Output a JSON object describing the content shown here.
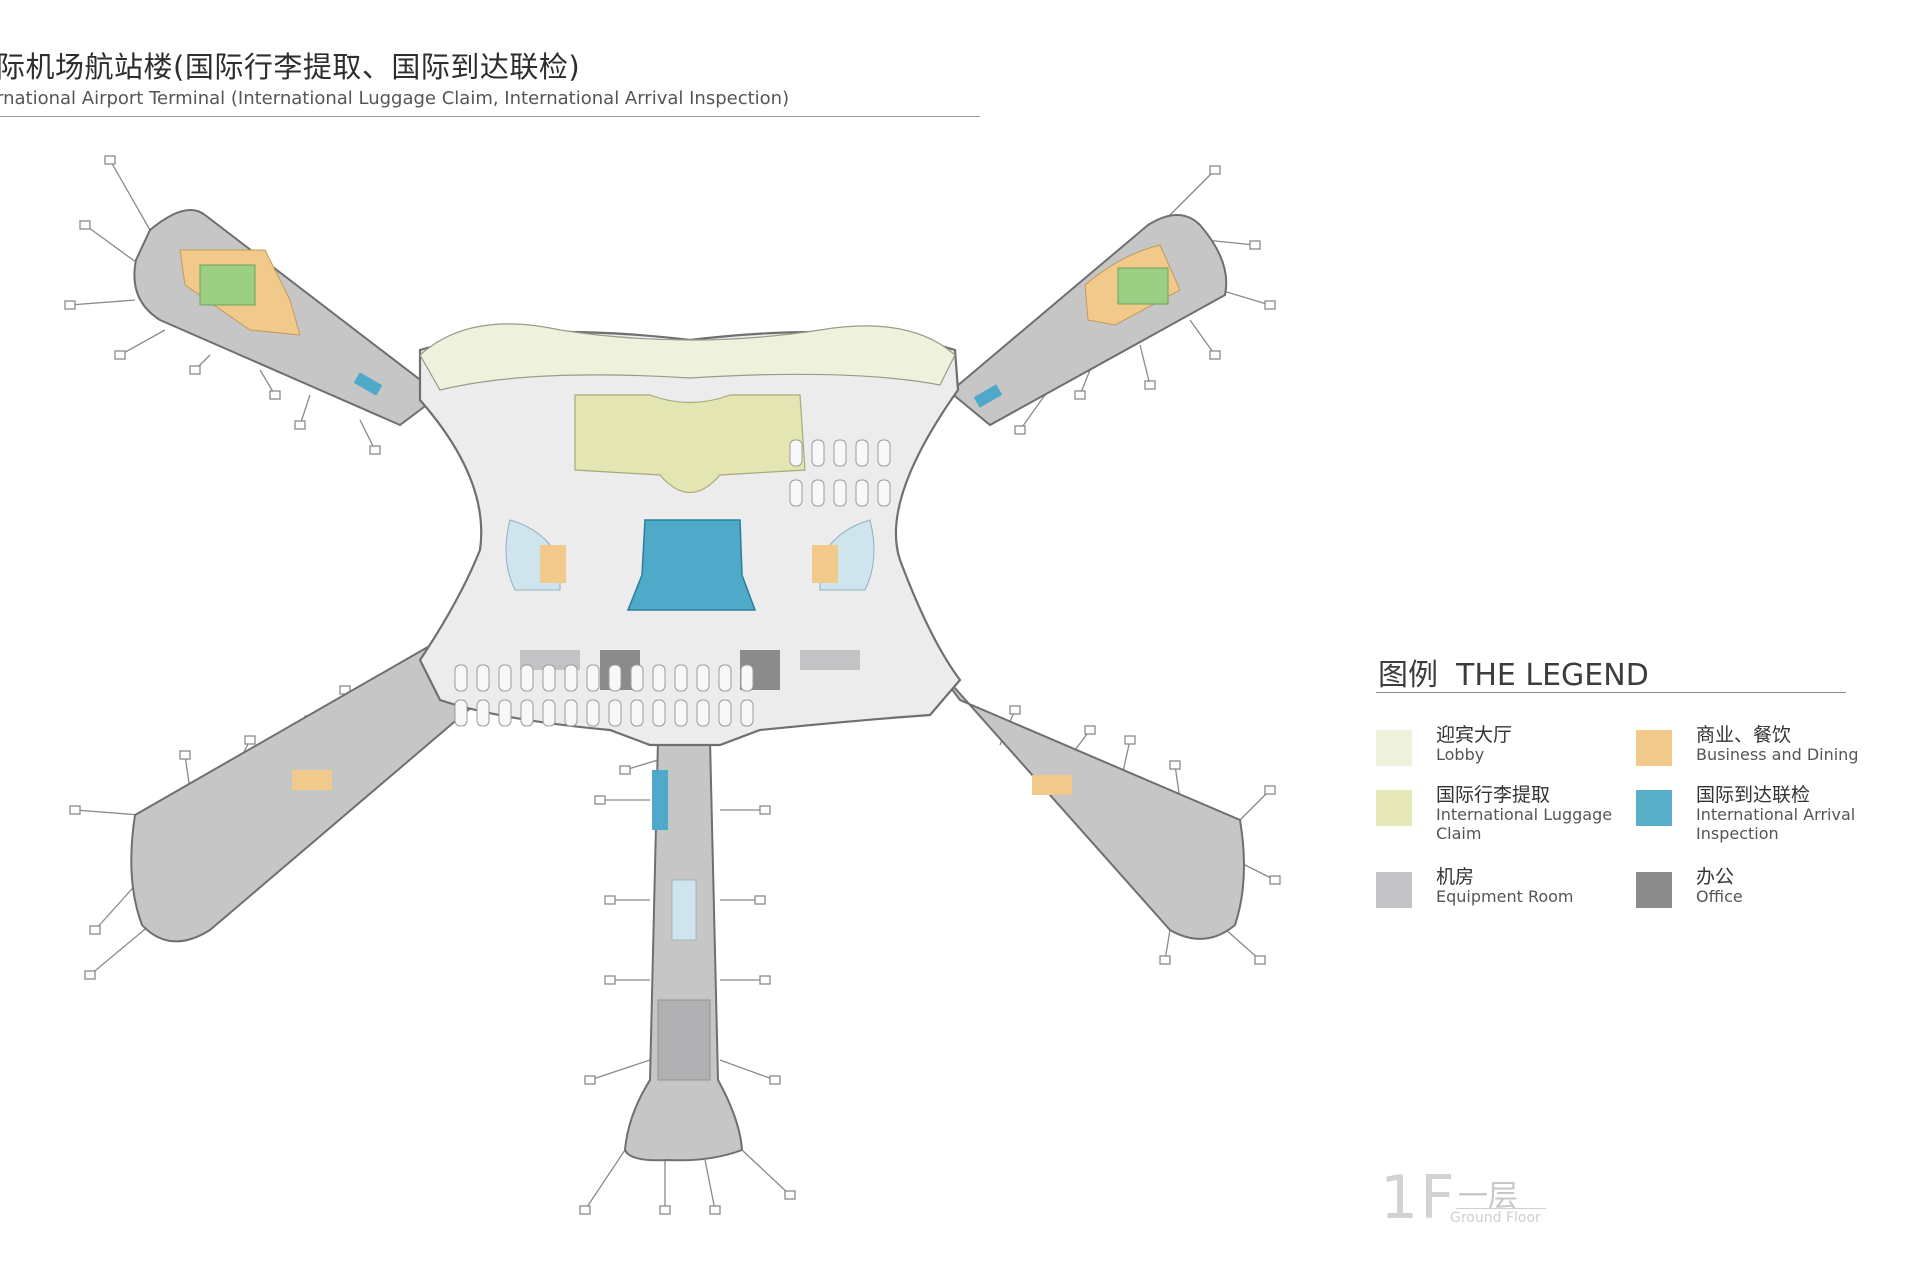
{
  "header": {
    "title_zh": "际机场航站楼(国际行李提取、国际到达联检)",
    "title_en": "rnational Airport Terminal (International Luggage Claim, International Arrival Inspection)"
  },
  "legend": {
    "title_zh": "图例",
    "title_en": "THE LEGEND",
    "items": [
      {
        "zh": "迎宾大厅",
        "en": "Lobby",
        "color": "#eef1dc"
      },
      {
        "zh": "商业、餐饮",
        "en": "Business and Dining",
        "color": "#f1c98a"
      },
      {
        "zh": "国际行李提取",
        "en": "International Luggage\nClaim",
        "color": "#e6e8b8"
      },
      {
        "zh": "国际到达联检",
        "en": "International Arrival\nInspection",
        "color": "#59aec8"
      },
      {
        "zh": "机房",
        "en": "Equipment Room",
        "color": "#c3c3c5"
      },
      {
        "zh": "办公",
        "en": "Office",
        "color": "#8b8b8c"
      }
    ]
  },
  "floor": {
    "number": "1F",
    "zh": "一层",
    "en": "Ground Floor"
  },
  "colors": {
    "lobby": "#eef1dc",
    "business": "#f1c98a",
    "luggage": "#e6e8b8",
    "inspection": "#59aec8",
    "equipment": "#c3c3c5",
    "office": "#8b8b8c",
    "circulation": "#ebebeb",
    "outline": "#7a7a7a"
  }
}
